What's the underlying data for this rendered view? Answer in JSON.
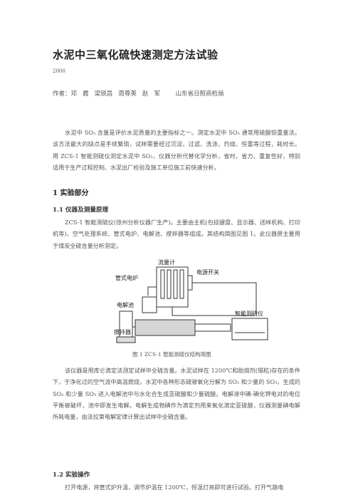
{
  "article": {
    "title": "水泥中三氧化硫快速测定方法试验",
    "year": "2000",
    "authors": "作者：邓   霞   梁锐昌   周尊英   赵   军        山东省日照商检局",
    "abstract": "水泥中 SO₃ 含量是评价水泥质量的主要指标之一。测定水泥中 SO₃ 通常用硫酸钡重量法。该方法最大的缺点是手续繁琐，试样需要经过沉淀、过滤、洗涤、灼烧、恒重等过程，耗时长。用 ZCS-1 智能测硫仪测定水泥中 SO₃，仪器分析代替化学分析，省时、省力、重复性好，特别适用于生产过程控制、水泥出厂检验及施工单位施工前快速分析。",
    "section1": "1    实验部分",
    "section1_1": "1.1    仪器及测量原理",
    "para_instrument": "ZCS-1 智能测硫仪(徐州分析仪器厂生产)。主要由主机(包括键盘、显示器、送样机构、打印机等)、空气处理系统、管式电炉、电解池、搅拌器等组成。其结构简图见图 1。此仪器原主要用于煤炭全硫含量分析测定。",
    "figure_caption": "图 1    ZCS-1 智能测硫仪结构简图",
    "para_principle": "该仪器是用库仑滴定法测定试样中全硫含量。水泥试样在 1200℃和助熔剂(锡粒)存在的条件下，于净化过的空气流中高温燃烧，水泥中各种形态硫被氧化分解为 SO₂ 和少量的 SO₃，生成的 SO₂ 和少量 SO₃ 进入电解池中与水化合生成亚硫酸和少量硫酸。电解液中碘-碘化钾电对的电位平衡被破坏，池中即发生电解。电解生成物碘作为滴定剂用来氧化滴定亚硫酸，仪器测量碘电解所耗电量，由法拉第电解定律计算出试样中全硫含量。",
    "section1_2": "1.2    实验操作",
    "para_operation": "打开电源，将管式炉升温，调节炉温在 1200℃，恒温灯亮即可进行试验。打开气路电"
  },
  "figure": {
    "label_flowmeter": "流量计",
    "label_furnace": "管式电炉",
    "label_power": "电源开关",
    "label_cell": "电解池",
    "label_stirrer": "搅拌器",
    "label_instrument": "智能测硫仪"
  }
}
